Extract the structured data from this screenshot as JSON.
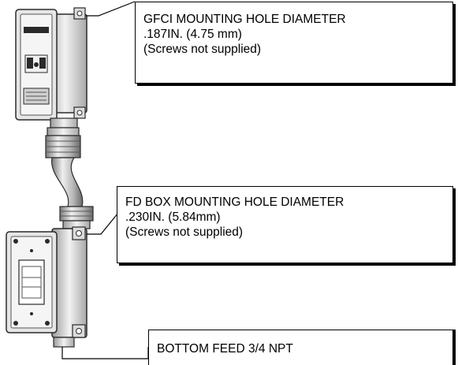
{
  "callouts": {
    "gfci": {
      "line1": "GFCI MOUNTING HOLE DIAMETER",
      "line2": ".187IN. (4.75 mm)",
      "line3": "(Screws not supplied)"
    },
    "fd_box": {
      "line1": "FD BOX MOUNTING HOLE DIAMETER",
      "line2": ".230IN. (5.84mm)",
      "line3": "(Screws not supplied)"
    },
    "bottom_feed": {
      "line1": "BOTTOM FEED 3/4 NPT"
    }
  },
  "colors": {
    "line": "#000000",
    "device_dark": "#2a2a2a",
    "device_mid": "#8c8c8c",
    "device_light": "#e6e6e6"
  }
}
